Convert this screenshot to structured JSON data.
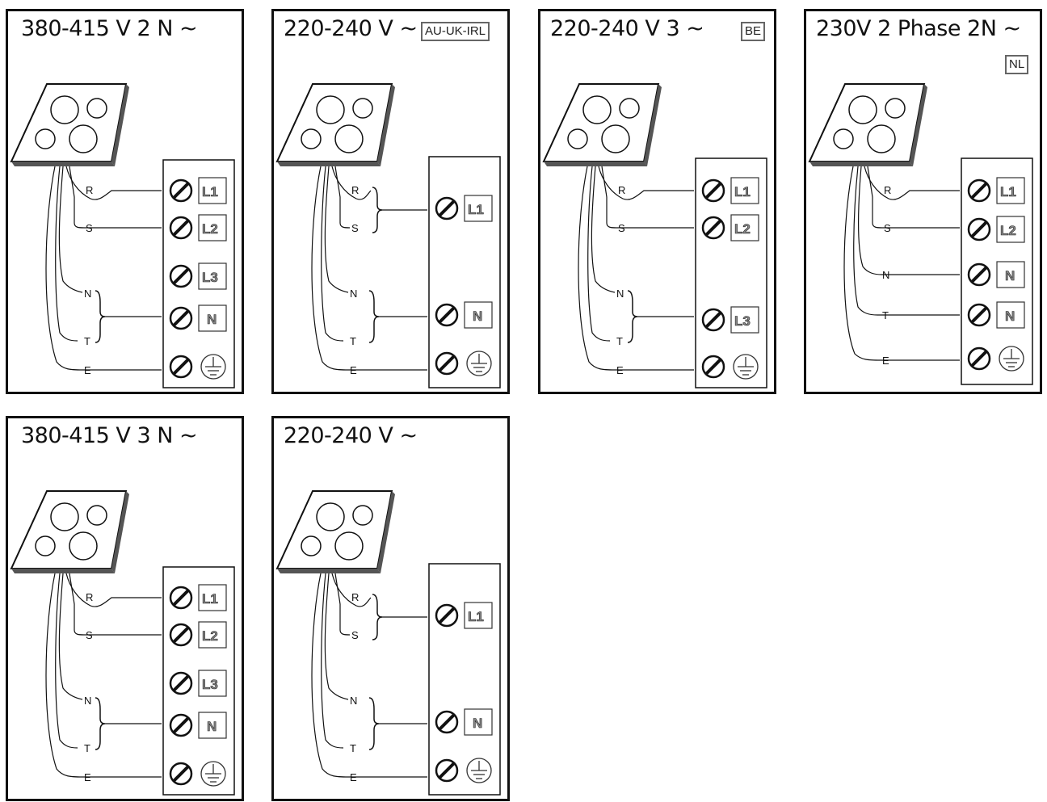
{
  "panels": [
    {
      "title": "380-415 V 2 N ~",
      "badge": "",
      "wires": [
        "R",
        "S",
        "N",
        "T",
        "E"
      ],
      "terminals": [
        "L1",
        "L2",
        "L3",
        "N",
        "earth"
      ],
      "bridges": [
        "N+T→N"
      ]
    },
    {
      "title": "220-240 V ~",
      "badge": "AU-UK-IRL",
      "wires": [
        "R",
        "S",
        "N",
        "T",
        "E"
      ],
      "terminals": [
        "L1",
        "N",
        "earth"
      ],
      "bridges": [
        "R+S→L1",
        "N+T→N"
      ]
    },
    {
      "title": "220-240 V 3 ~",
      "badge": "BE",
      "wires": [
        "R",
        "S",
        "N",
        "T",
        "E"
      ],
      "terminals": [
        "L1",
        "L2",
        "L3",
        "earth"
      ],
      "bridges": [
        "N+T→L3"
      ]
    },
    {
      "title": "230V 2 Phase 2N ~",
      "badge": "NL",
      "wires": [
        "R",
        "S",
        "N",
        "T",
        "E"
      ],
      "terminals": [
        "L1",
        "L2",
        "N",
        "N",
        "earth"
      ],
      "bridges": []
    },
    {
      "title": "380-415 V 3 N ~",
      "badge": "",
      "wires": [
        "R",
        "S",
        "N",
        "T",
        "E"
      ],
      "terminals": [
        "L1",
        "L2",
        "L3",
        "N",
        "earth"
      ],
      "bridges": [
        "N+T→N"
      ]
    },
    {
      "title": "220-240 V ~",
      "badge": "",
      "wires": [
        "R",
        "S",
        "N",
        "T",
        "E"
      ],
      "terminals": [
        "L1",
        "N",
        "earth"
      ],
      "bridges": [
        "R+S→L1",
        "N+T→N"
      ]
    }
  ],
  "icons": {
    "screw": "screw-terminal-icon",
    "earth": "earth-ground-icon",
    "hob": "cooktop-icon"
  }
}
